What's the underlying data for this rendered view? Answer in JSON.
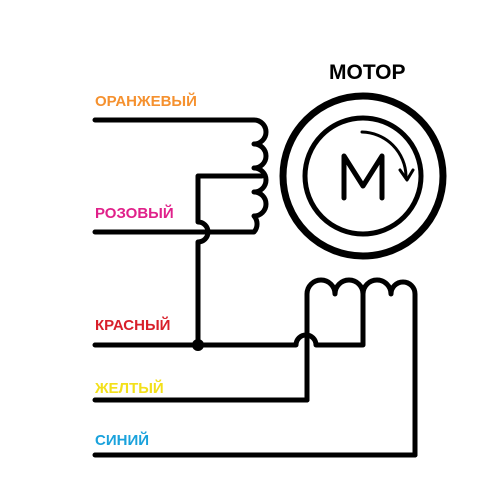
{
  "title": "МОТОР",
  "motor_symbol": "M",
  "colors": {
    "line": "#000000",
    "orange": "#f5912f",
    "pink": "#e0218a",
    "red": "#d81f2a",
    "yellow": "#f3e01a",
    "blue": "#1aa2dc"
  },
  "wires": [
    {
      "id": "orange",
      "label": "ОРАНЖЕВЫЙ"
    },
    {
      "id": "pink",
      "label": "РОЗОВЫЙ"
    },
    {
      "id": "red",
      "label": "КРАСНЫЙ"
    },
    {
      "id": "yellow",
      "label": "ЖЕЛТЫЙ"
    },
    {
      "id": "blue",
      "label": "СИНИЙ"
    }
  ],
  "icons": {
    "rotation": "rotation-arrow-icon",
    "motor": "motor-icon"
  }
}
